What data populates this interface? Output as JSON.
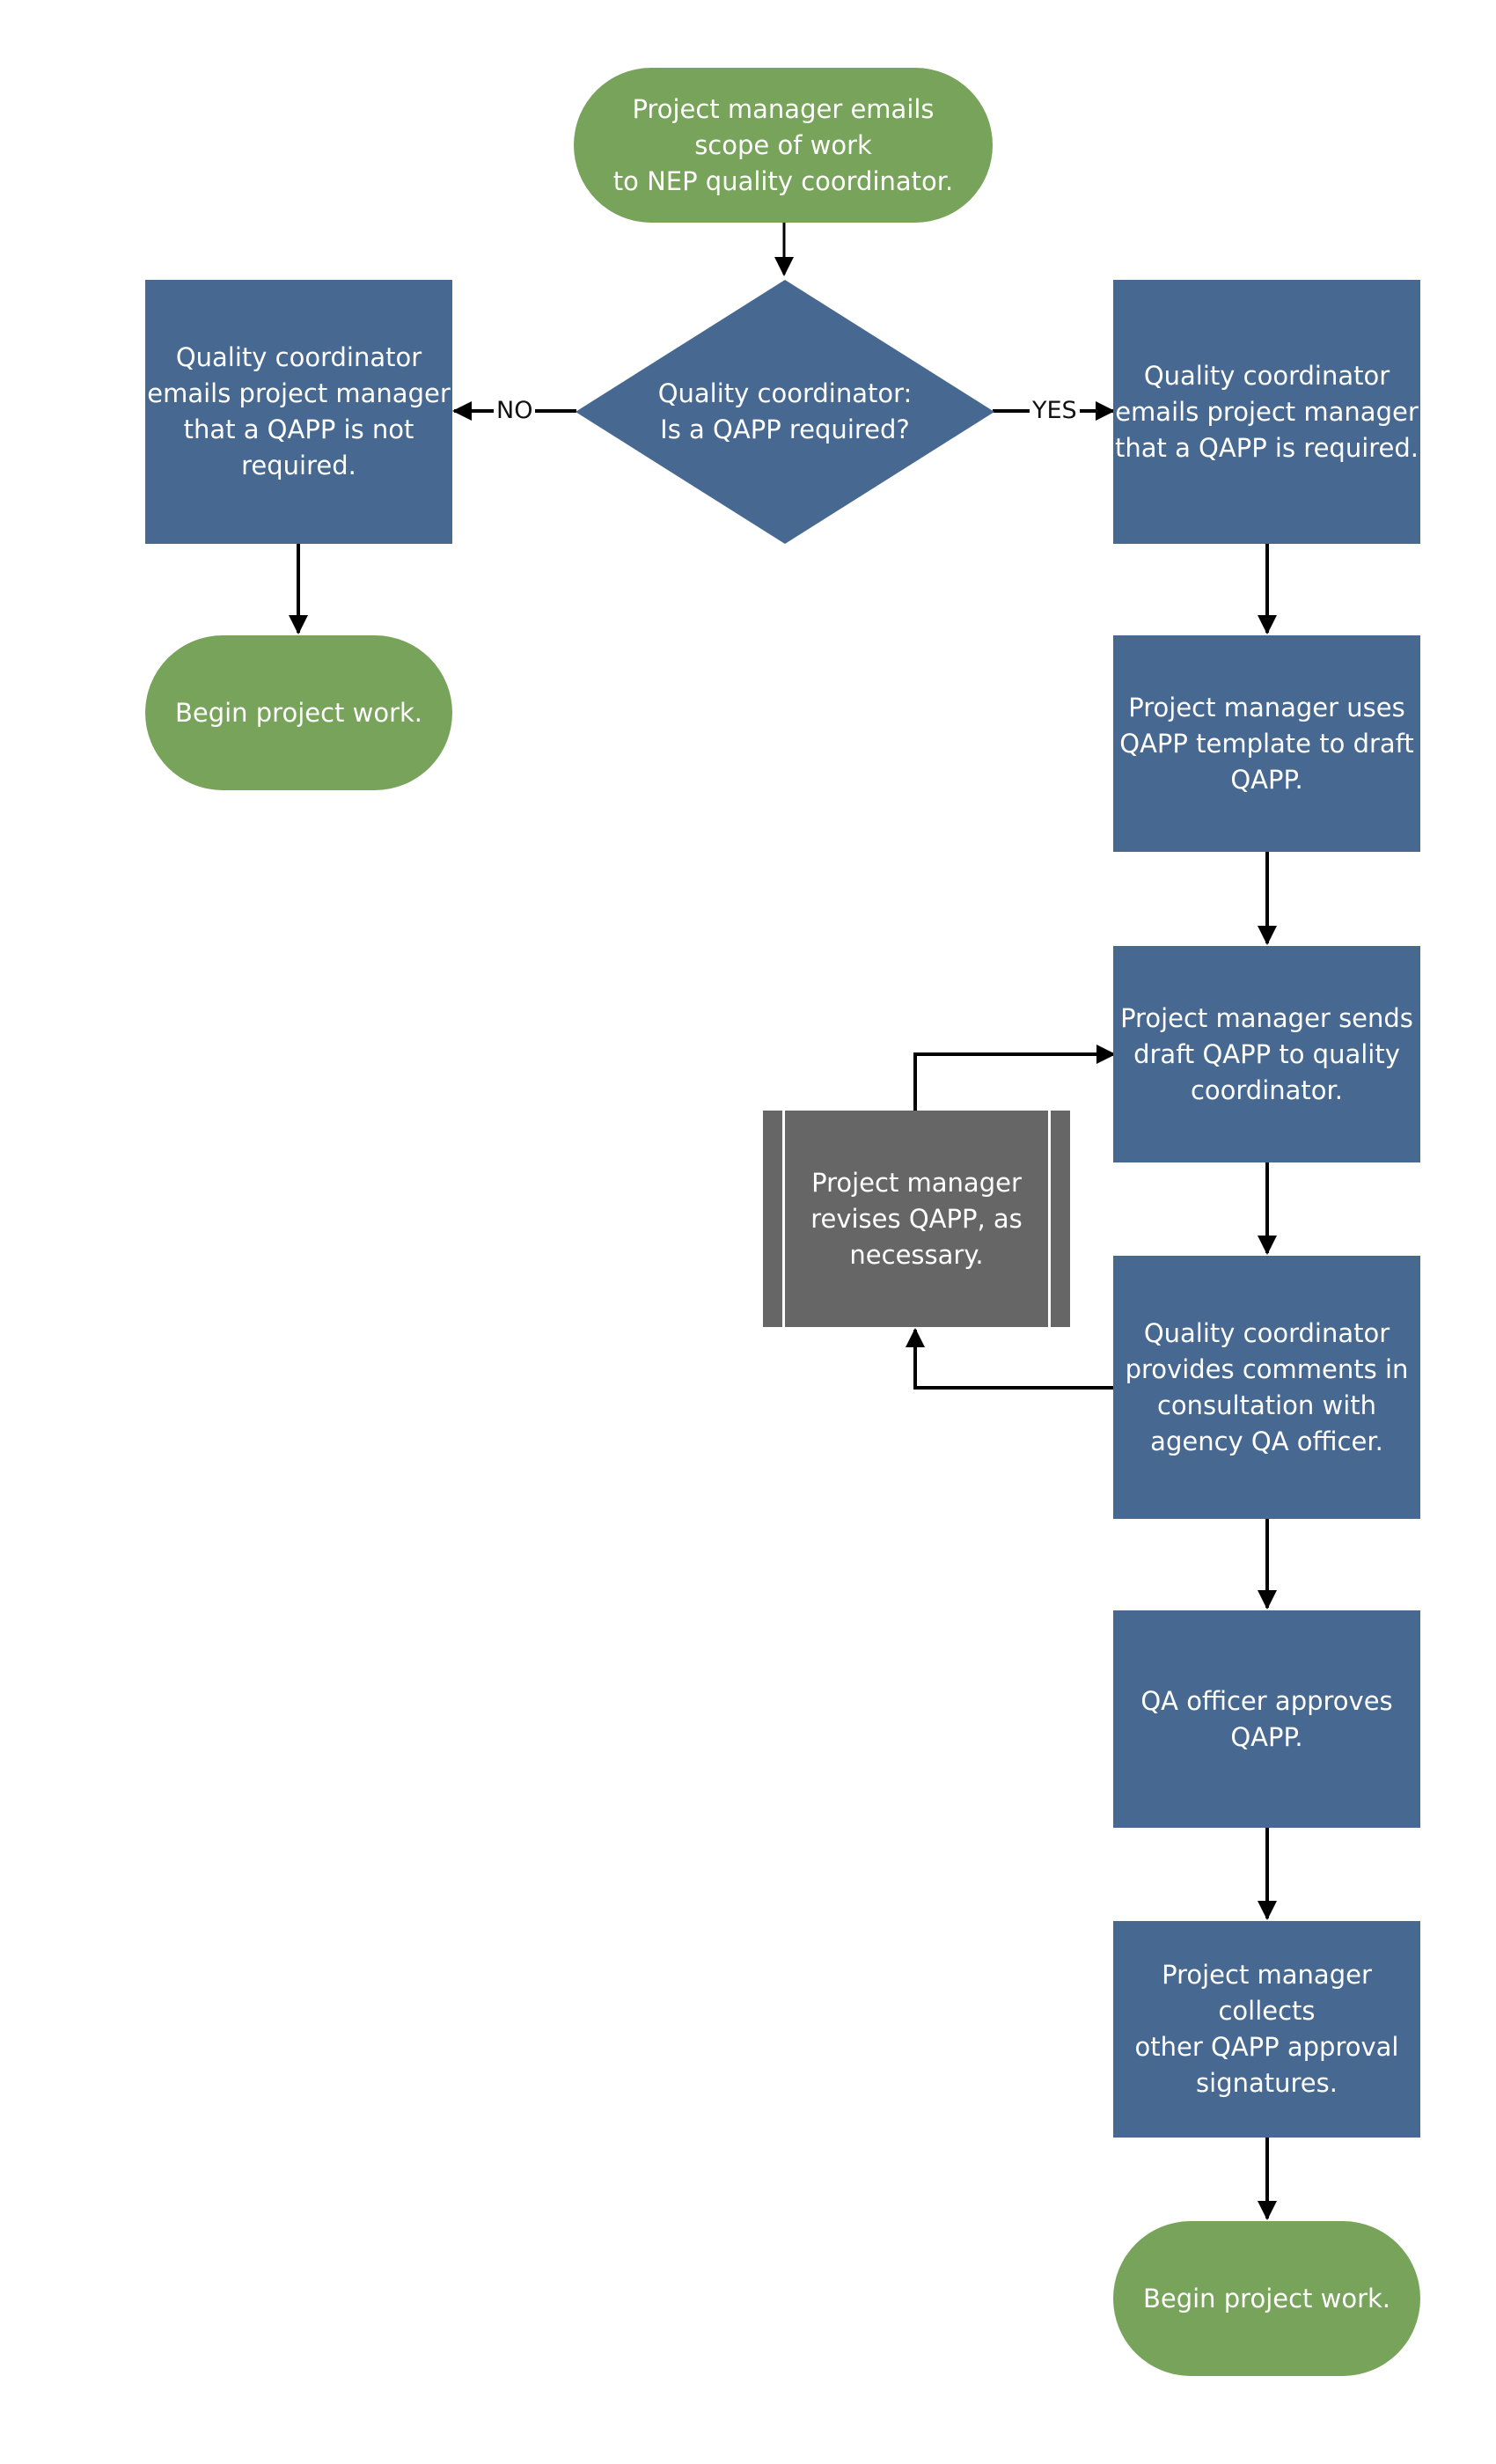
{
  "colors": {
    "terminal": "#77a35a",
    "process": "#466891",
    "decision": "#466891",
    "subprocess": "#666666",
    "connector": "#000000"
  },
  "nodes": {
    "start": "Project manager emails\nscope of work\nto NEP quality coordinator.",
    "decision": "Quality coordinator:\nIs a QAPP required?",
    "no_notice": "Quality coordinator\nemails project manager\nthat a QAPP is not\nrequired.",
    "begin_no": "Begin project work.",
    "yes_notice": "Quality coordinator\nemails project manager\nthat a QAPP is required.",
    "draft": "Project manager uses\nQAPP template to draft\nQAPP.",
    "send": "Project manager sends\ndraft QAPP to quality\ncoordinator.",
    "revise": "Project manager\nrevises QAPP, as\nnecessary.",
    "comments": "Quality coordinator\nprovides comments in\nconsultation with\nagency QA officer.",
    "approve": "QA officer approves\nQAPP.",
    "signatures": "Project manager collects\nother QAPP approval\nsignatures.",
    "begin_yes": "Begin project work."
  },
  "edge_labels": {
    "no": "NO",
    "yes": "YES"
  }
}
